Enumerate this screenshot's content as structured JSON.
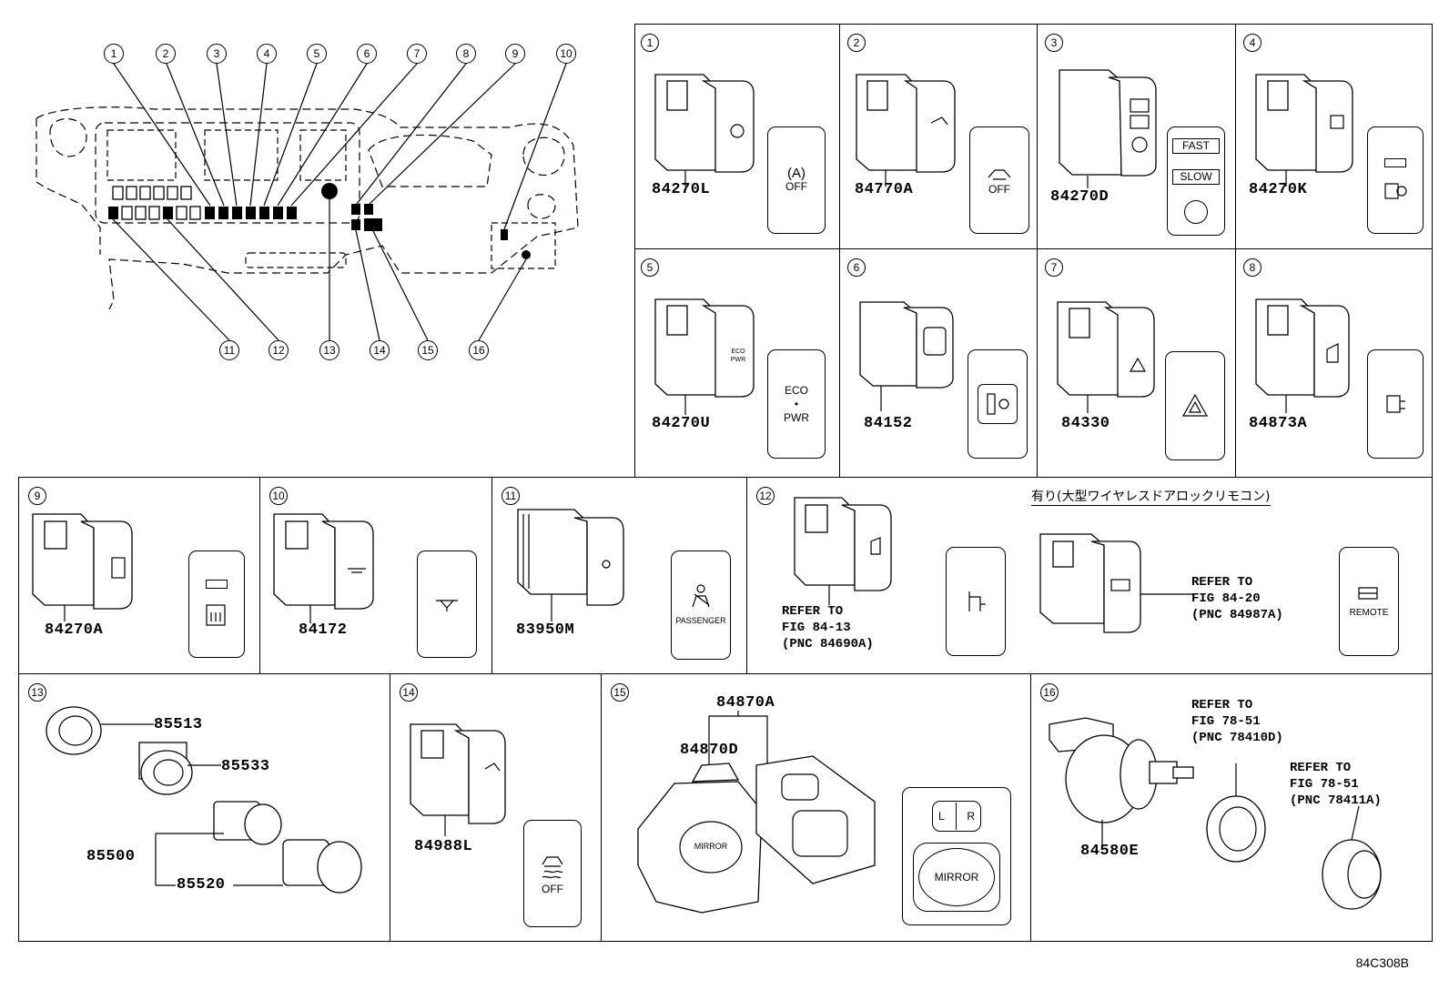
{
  "overview": {
    "callouts": [
      "1",
      "2",
      "3",
      "4",
      "5",
      "6",
      "7",
      "8",
      "9",
      "10",
      "11",
      "12",
      "13",
      "14",
      "15",
      "16"
    ]
  },
  "cells": [
    {
      "num": "1",
      "part": "84270L",
      "button": "OFF",
      "symbol": "(A)"
    },
    {
      "num": "2",
      "part": "84770A",
      "button": "OFF",
      "symbol": "vsc"
    },
    {
      "num": "3",
      "part": "84270D",
      "button_fast": "FAST",
      "button_slow": "SLOW"
    },
    {
      "num": "4",
      "part": "84270K"
    },
    {
      "num": "5",
      "part": "84270U",
      "button_top": "ECO",
      "button_bot": "PWR"
    },
    {
      "num": "6",
      "part": "84152"
    },
    {
      "num": "7",
      "part": "84330"
    },
    {
      "num": "8",
      "part": "84873A"
    },
    {
      "num": "9",
      "part": "84270A"
    },
    {
      "num": "10",
      "part": "84172"
    },
    {
      "num": "11",
      "part": "83950M",
      "button": "PASSENGER"
    },
    {
      "num": "12",
      "note": "有り(大型ワイヤレスドアロックリモコン)",
      "ref_left": "REFER TO\nFIG 84-13\n(PNC 84690A)",
      "ref_right": "REFER TO\nFIG 84-20\n(PNC 84987A)",
      "button_right": "REMOTE"
    },
    {
      "num": "13",
      "parts": [
        "85513",
        "85533",
        "85500",
        "85520"
      ]
    },
    {
      "num": "14",
      "part": "84988L",
      "button": "OFF"
    },
    {
      "num": "15",
      "parts": [
        "84870A",
        "84870D"
      ],
      "btn_l": "L",
      "btn_r": "R",
      "btn_mirror": "MIRROR"
    },
    {
      "num": "16",
      "part": "84580E",
      "ref_a": "REFER TO\nFIG 78-51\n(PNC 78410D)",
      "ref_b": "REFER TO\nFIG 78-51\n(PNC 78411A)"
    }
  ],
  "footer": "84C308B"
}
